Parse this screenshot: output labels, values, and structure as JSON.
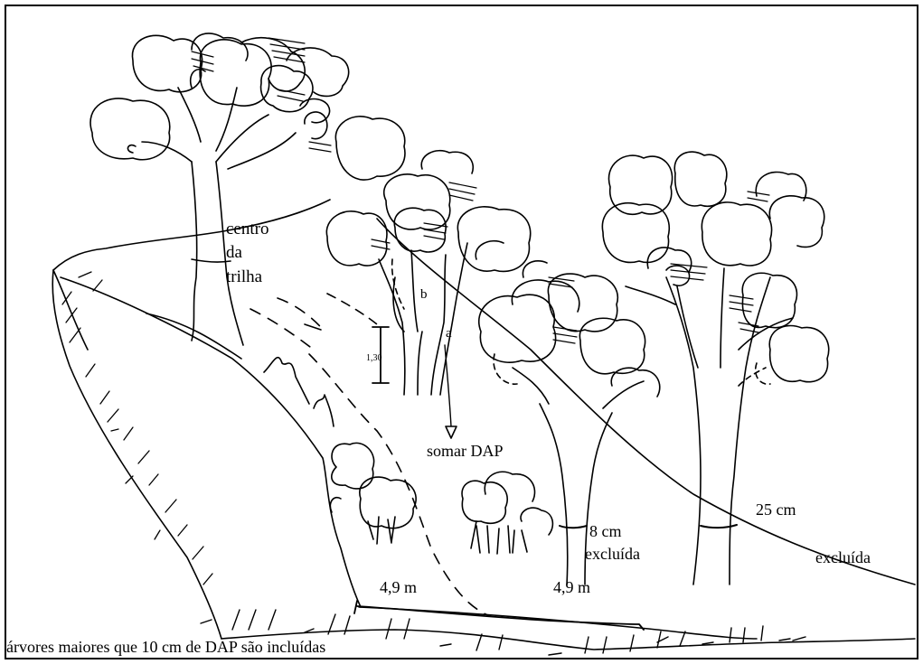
{
  "labels": {
    "trail_center": [
      "centro",
      "da",
      "trilha"
    ],
    "height": "1,30",
    "stem_a": "a",
    "stem_b": "b",
    "sum_dbh": "somar DAP",
    "small_tree_dbh": "8 cm",
    "small_tree_status": "excluída",
    "big_tree_dbh": "25 cm",
    "big_tree_status": "excluída",
    "distance_left": "4,9 m",
    "distance_right": "4,9 m",
    "caption": "árvores maiores que 10 cm de DAP são incluídas"
  },
  "colors": {
    "ink": "#000000",
    "background": "#ffffff"
  }
}
